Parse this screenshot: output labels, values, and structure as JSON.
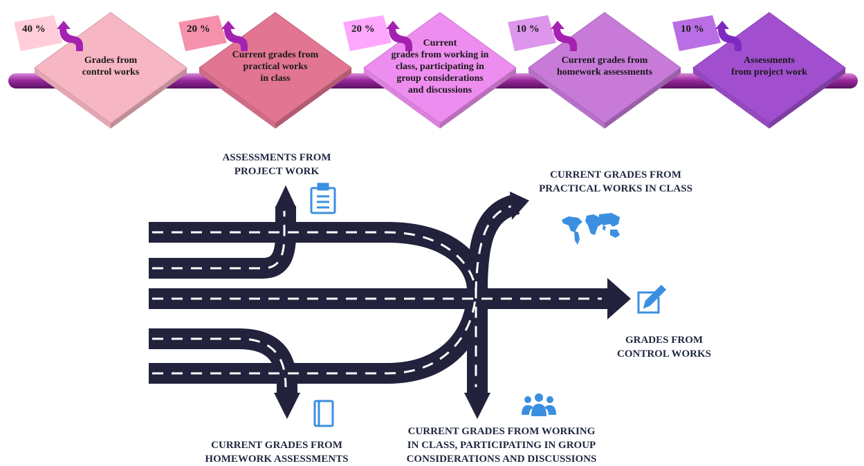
{
  "steps": [
    {
      "percent": "40 %",
      "label": "Grades from\ncontrol works",
      "color": "#f7b6c4"
    },
    {
      "percent": "20 %",
      "label": "Current grades from\npractical works\nin class",
      "color": "#e17592"
    },
    {
      "percent": "20 %",
      "label": "Current\ngrades from working in\nclass, participating in\ngroup considerations\nand discussions",
      "color": "#ee8df0"
    },
    {
      "percent": "10 %",
      "label": "Current grades from\nhomework assessments",
      "color": "#c77ad8"
    },
    {
      "percent": "10 %",
      "label": "Assessments\nfrom project work",
      "color": "#a14fcf"
    }
  ],
  "roads": {
    "project": "ASSESSMENTS  FROM\nPROJECT WORK",
    "practical": "CURRENT GRADES FROM\nPRACTICAL WORKS  IN CLASS",
    "control": "GRADES FROM\nCONTROL WORKS",
    "homework": "CURRENT GRADES FROM\nHOMEWORK ASSESSMENTS",
    "group": "CURRENT GRADES FROM WORKING\nIN CLASS, PARTICIPATING IN GROUP\nCONSIDERATIONS  AND DISCUSSIONS"
  },
  "colors": {
    "road": "#22223d",
    "icon": "#3b8fe0",
    "pipe": "#9b2a9e"
  },
  "icons": [
    "clipboard-icon",
    "world-map-icon",
    "edit-icon",
    "group-icon",
    "book-icon"
  ]
}
